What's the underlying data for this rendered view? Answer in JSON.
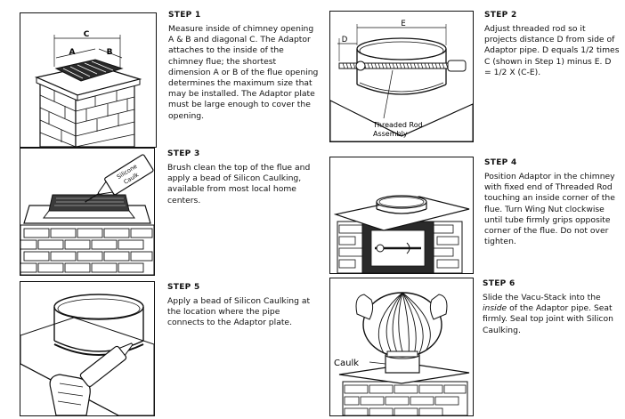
{
  "steps": [
    {
      "title": "STEP 1",
      "body": "Measure inside of chimney opening A & B and diagonal C. The Adaptor attaches to the inside of the chimney flue; the shortest dimension A or B of the flue opening determines the maximum size that may be installed. The Adaptor plate must be large enough to cover the opening."
    },
    {
      "title": "STEP 2",
      "body": "Adjust threaded rod so it projects distance D from side of Adaptor pipe. D equals 1/2 times C (shown in Step 1) minus E. D = 1/2 X (C-E)."
    },
    {
      "title": "STEP 3",
      "body": "Brush clean the top of the flue and apply a bead of Silicon Caulking, available from most local home centers."
    },
    {
      "title": "STEP 4",
      "body": "Position Adaptor in the chimney with fixed end of Threaded Rod touching an inside corner of the flue. Turn Wing Nut clockwise until tube firmly grips opposite corner of the flue. Do not over tighten."
    },
    {
      "title": "STEP 5",
      "body": "Apply a bead of Silicon Caulking at the location where the pipe connects to the Adaptor plate."
    },
    {
      "title": "STEP 6",
      "body_before": "Slide the Vacu-Stack into the ",
      "body_em": "inside",
      "body_after": " of the Adaptor pipe. Seat firmly. Seal top joint with Silicon Caulking."
    }
  ],
  "figures": {
    "fig1": {
      "label_c": "C",
      "label_a": "A",
      "label_b": "B"
    },
    "fig2": {
      "label_e": "E",
      "label_d": "D",
      "callout_line1": "Threaded Rod",
      "callout_line2": "Assembly"
    },
    "fig3": {
      "tube_line1": "Silicone",
      "tube_line2": "Caulk"
    },
    "fig6": {
      "callout": "Caulk"
    }
  }
}
